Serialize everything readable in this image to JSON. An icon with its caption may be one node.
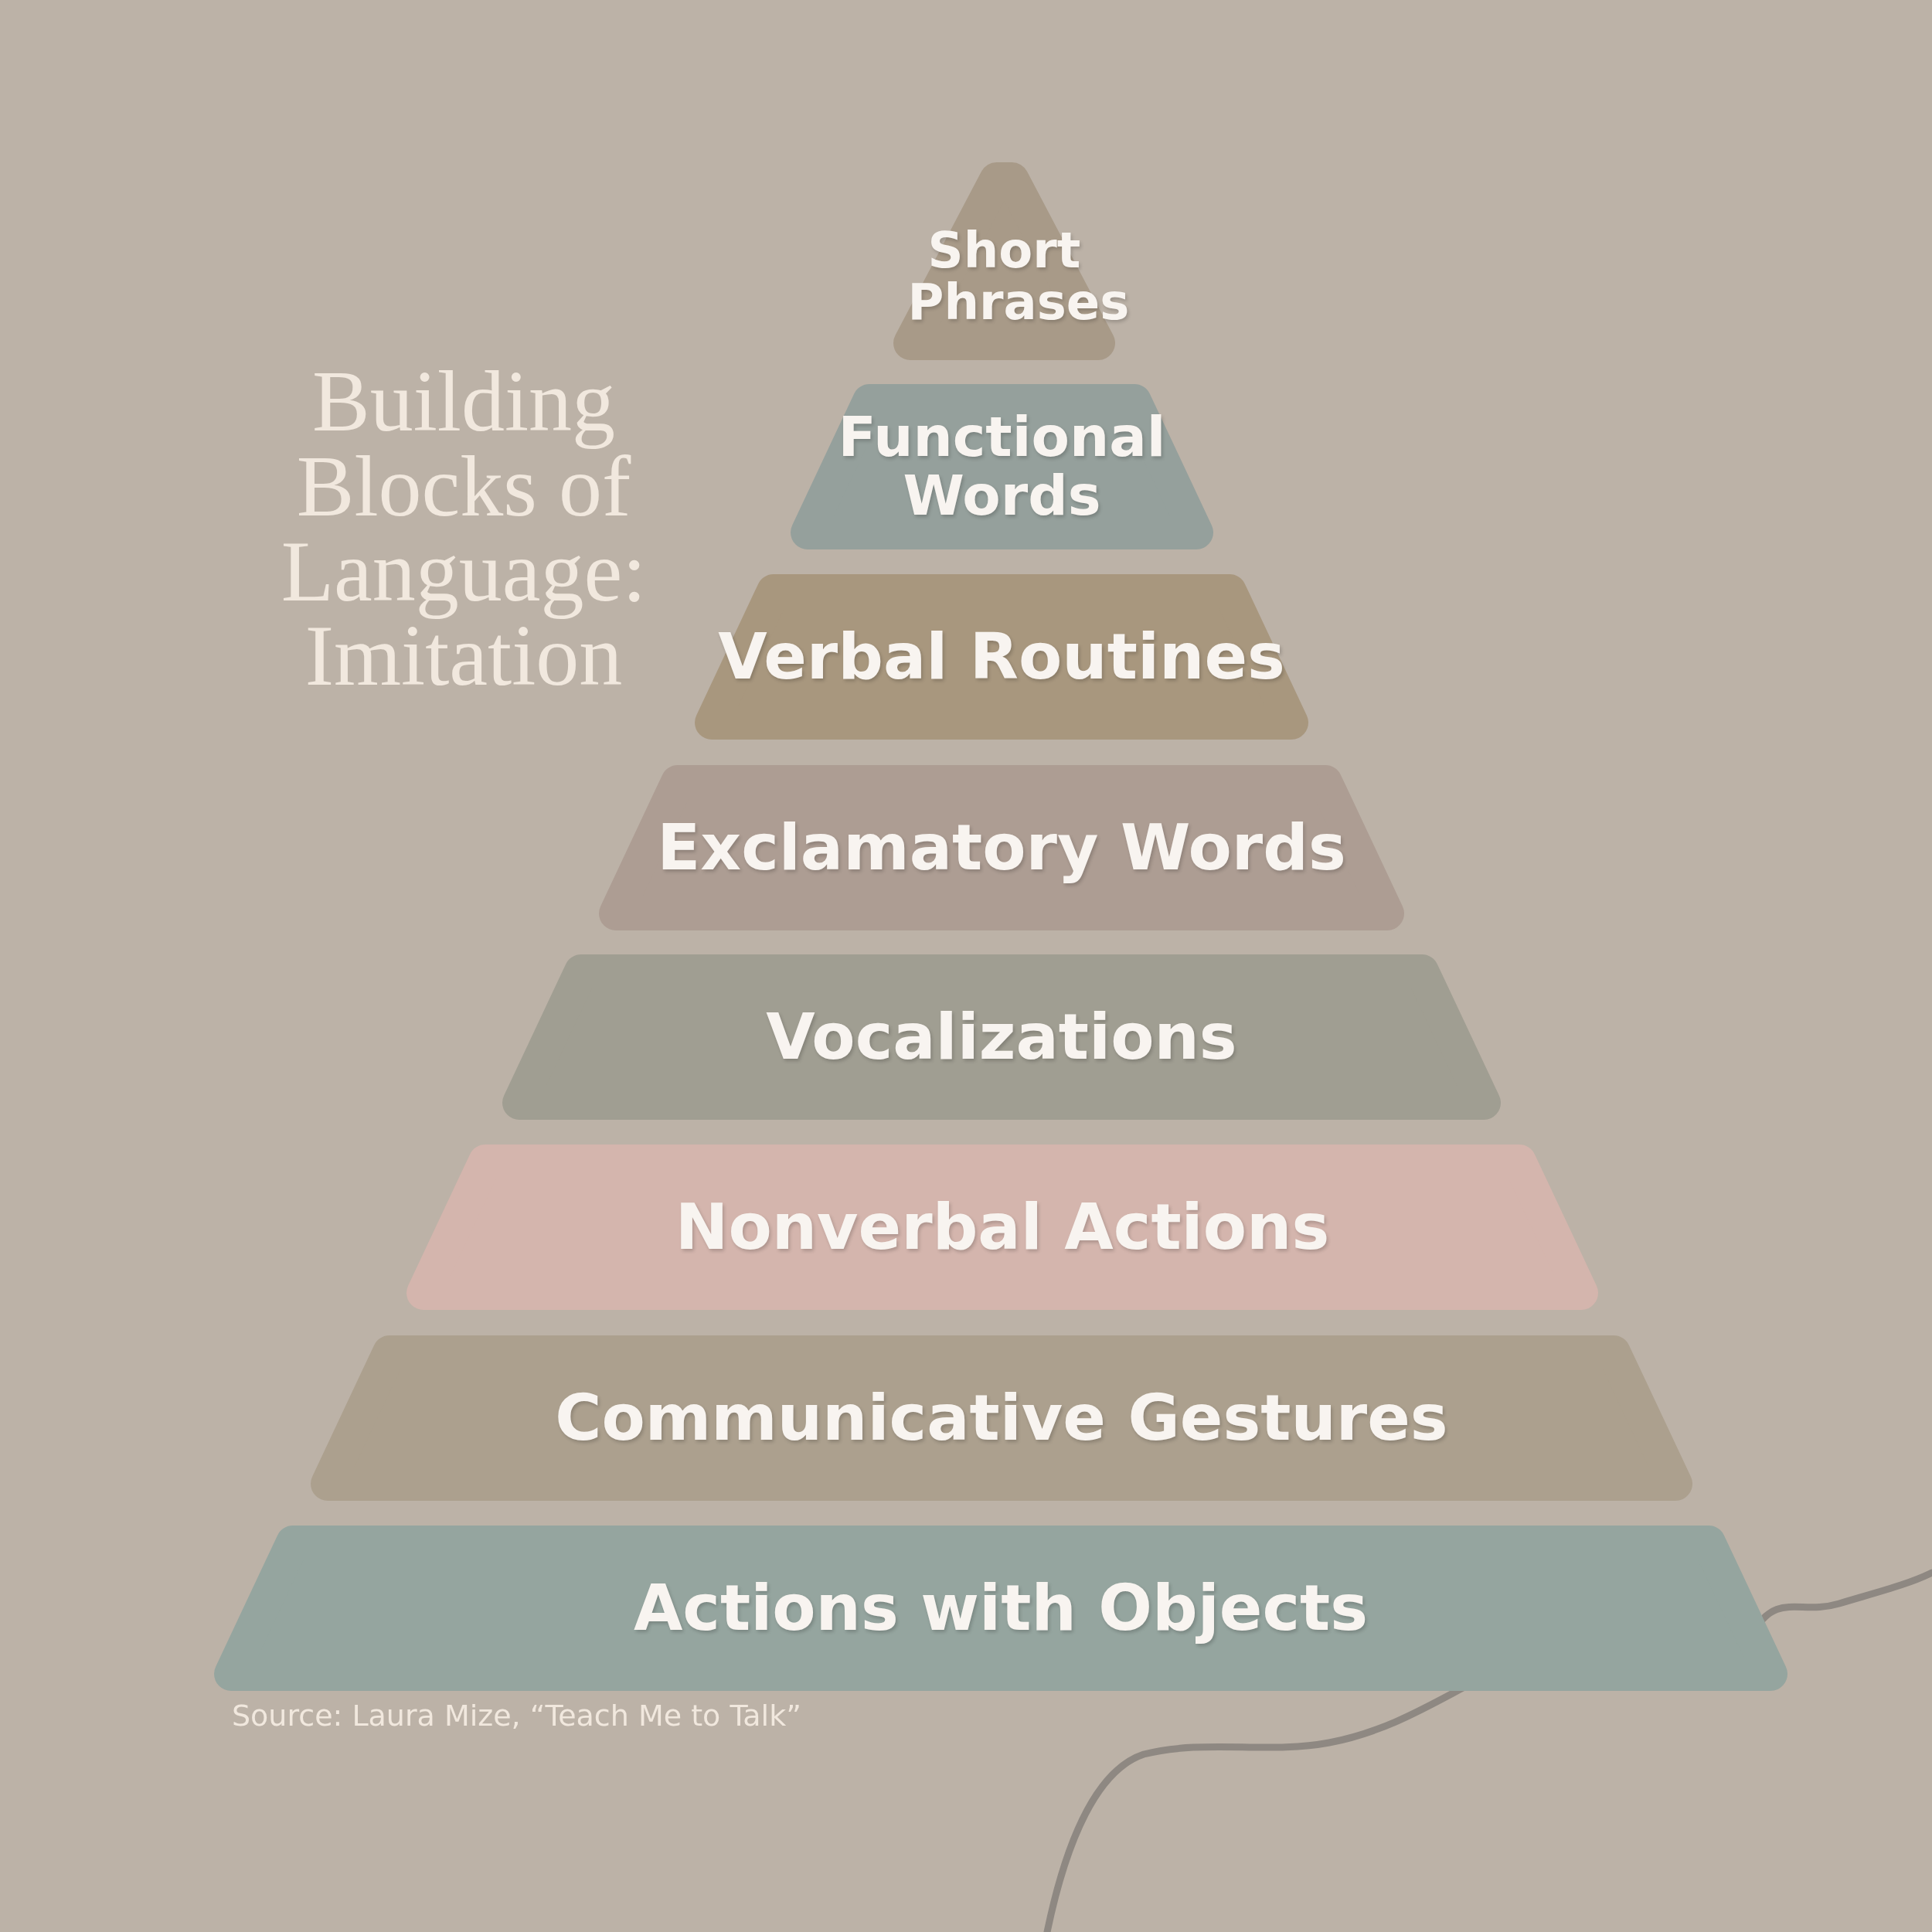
{
  "diagram": {
    "title": "Building Blocks of Language: Imitation",
    "nodes": [
      {
        "text": [
          "Short Phrases"
        ]
      },
      {
        "text": [
          "Functional Words"
        ]
      },
      {
        "text": [
          "Verbal Routines"
        ]
      },
      {
        "text": [
          "Exclamatory Words"
        ]
      },
      {
        "text": [
          "Vocalizations"
        ]
      },
      {
        "text": [
          "Nonverbal Actions"
        ]
      },
      {
        "text": [
          "Communicative Gestures"
        ]
      },
      {
        "text": [
          "Actions with Objects"
        ]
      }
    ],
    "labels": [
      "Source: Laura Mize, “Teach Me to Talk”"
    ]
  }
}
